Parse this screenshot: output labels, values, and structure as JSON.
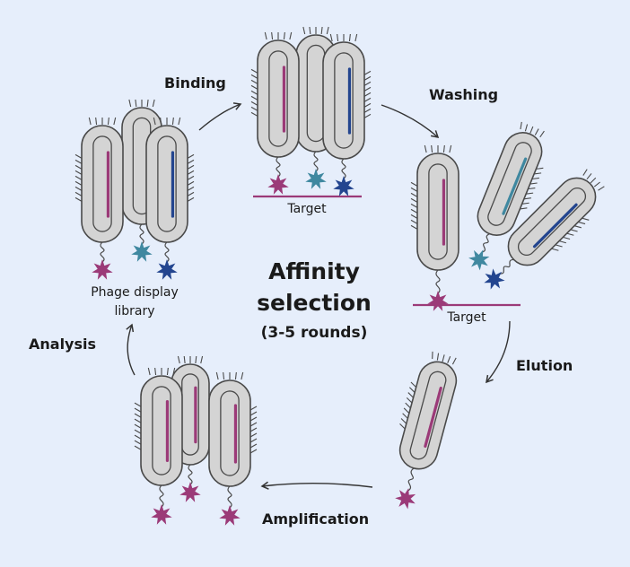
{
  "title": {
    "line1": "Affinity",
    "line2": "selection",
    "rounds": "(3-5 rounds)"
  },
  "steps": {
    "binding": "Binding",
    "washing": "Washing",
    "elution": "Elution",
    "amplification": "Amplification",
    "analysis": "Analysis"
  },
  "library": {
    "line1": "Phage display",
    "line2": "library"
  },
  "target": {
    "label": "Target"
  },
  "colors": {
    "background": "#e6eefb",
    "phage_body": "#d4d4d4",
    "outline": "#4a4a4a",
    "magenta": "#9b3a78",
    "teal": "#3f88a0",
    "navy": "#23458f",
    "target_line": "#9b3a78",
    "arrow": "#333333"
  }
}
